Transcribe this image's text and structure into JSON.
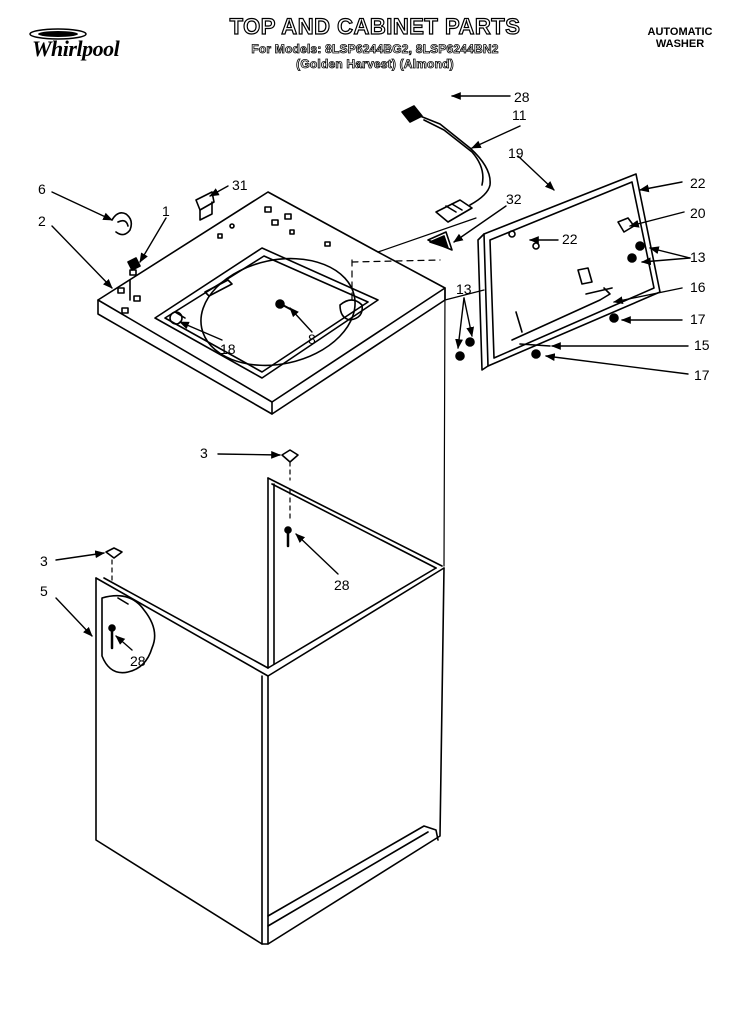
{
  "header": {
    "brand": "Whirlpool",
    "title": "TOP AND CABINET PARTS",
    "models_line": "For Models: 8LSP6244BG2, 8LSP6244BN2",
    "colors_line": "(Golden Harvest) (Almond)",
    "product_line1": "AUTOMATIC",
    "product_line2": "WASHER"
  },
  "callouts": {
    "c28_top": "28",
    "c11": "11",
    "c19": "19",
    "c22_a": "22",
    "c20": "20",
    "c22_b": "22",
    "c13_a": "13",
    "c16": "16",
    "c17_a": "17",
    "c15": "15",
    "c17_b": "17",
    "c13_b": "13",
    "c32": "32",
    "c31": "31",
    "c6": "6",
    "c1": "1",
    "c2": "2",
    "c8": "8",
    "c18": "18",
    "c3_a": "3",
    "c28_mid": "28",
    "c3_b": "3",
    "c5": "5",
    "c28_low": "28"
  }
}
